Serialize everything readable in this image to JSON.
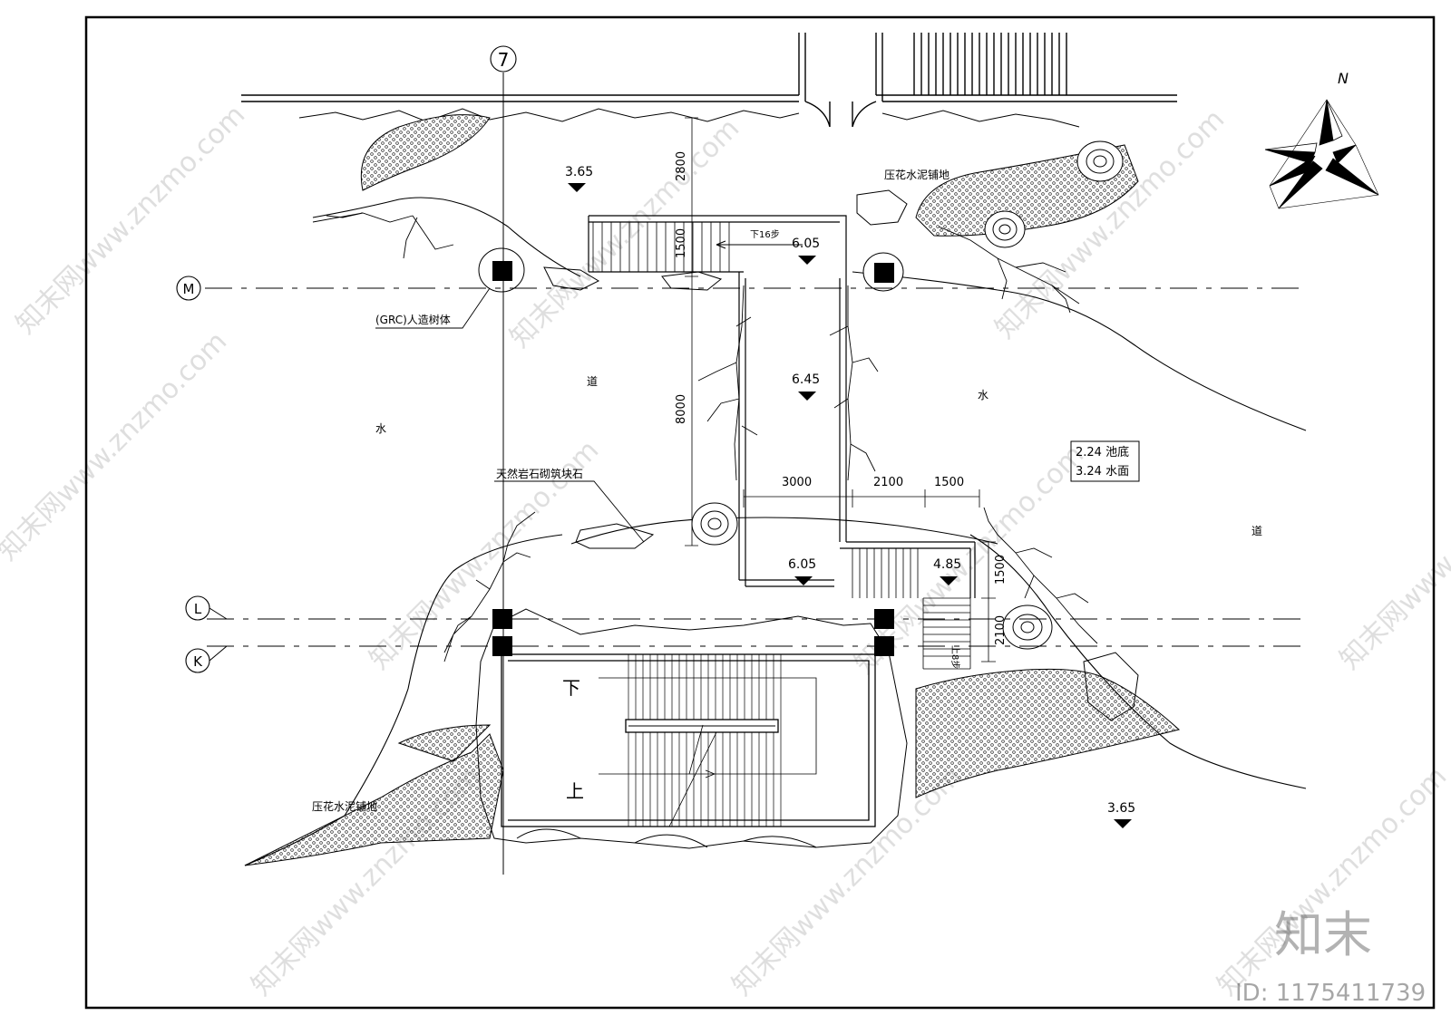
{
  "grid_labels": {
    "col_7": "7",
    "row_M": "M",
    "row_L": "L",
    "row_K": "K"
  },
  "north_label": "N",
  "elevations": {
    "top_left": "3.65",
    "upper_landing": "6.05",
    "bridge": "6.45",
    "lower_landing": "6.05",
    "side_landing": "4.85",
    "bottom_right": "3.65"
  },
  "dimensions": {
    "d2800": "2800",
    "d1500_top": "1500",
    "d8000": "8000",
    "d3000": "3000",
    "d2100_h": "2100",
    "d1500_h": "1500",
    "d1500_v": "1500",
    "d2100_v": "2100"
  },
  "notes": {
    "steps_down_16": "下16步",
    "steps_up_8": "上8步",
    "grc_tree": "(GRC)人造树体",
    "natural_rock": "天然岩石砌筑块石",
    "paving_top": "压花水泥铺地",
    "paving_bottom": "压花水泥铺地",
    "pool_bottom": "2.24 池底",
    "water_surface": "3.24 水面"
  },
  "area_labels": {
    "road_left": "道",
    "water_left": "水",
    "water_right": "水",
    "road_right": "道"
  },
  "stair": {
    "down": "下",
    "up": "上"
  },
  "watermark": {
    "site_text": "知末网www.znzmo.com",
    "logo": "知末",
    "id_text": "ID: 1175411739"
  }
}
